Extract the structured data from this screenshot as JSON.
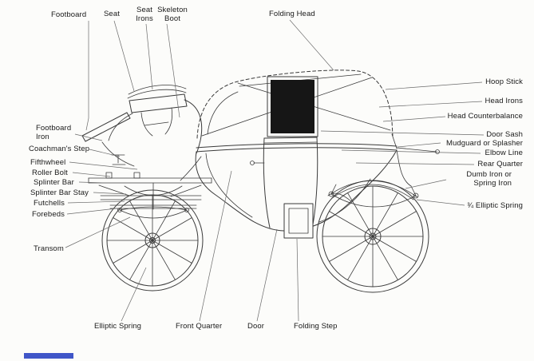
{
  "figure": {
    "subject": "carriage-parts-diagram"
  },
  "colors": {
    "line": "#3a3a3a",
    "label_text": "#1a1a1a",
    "window_fill": "#161616",
    "accent_blue": "#4056c8"
  },
  "labels": {
    "footboard": "Footboard",
    "seat": "Seat",
    "seat_irons": "Seat Irons",
    "skeleton_boot": "Skeleton Boot",
    "folding_head": "Folding Head",
    "hoop_stick": "Hoop Stick",
    "head_irons": "Head Irons",
    "head_counterbalance": "Head Counterbalance",
    "door_sash": "Door Sash",
    "mudguard": "Mudguard or Splasher",
    "elbow_line": "Elbow Line",
    "rear_quarter": "Rear Quarter",
    "dumb_iron": "Dumb Iron or Spring Iron",
    "three_quarter_elliptic_spring": "¾ Elliptic Spring",
    "footboard_iron": "Footboard Iron",
    "coachmans_step": "Coachman's Step",
    "fifthwheel": "Fifthwheel",
    "roller_bolt": "Roller Bolt",
    "splinter_bar": "Splinter Bar",
    "splinter_bar_stay": "Splinter Bar Stay",
    "futchells": "Futchells",
    "forebeds": "Forebeds",
    "transom": "Transom",
    "elliptic_spring": "Elliptic Spring",
    "front_quarter": "Front Quarter",
    "door": "Door",
    "folding_step": "Folding Step"
  }
}
